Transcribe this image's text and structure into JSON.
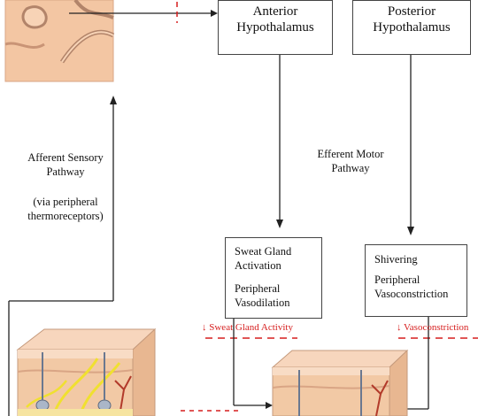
{
  "boxes": {
    "anterior": {
      "line1": "Anterior",
      "line2": "Hypothalamus"
    },
    "posterior": {
      "line1": "Posterior",
      "line2": "Hypothalamus"
    },
    "sweat": {
      "line1": "Sweat Gland",
      "line2": "Activation",
      "line3": "Peripheral",
      "line4": "Vasodilation"
    },
    "shiver": {
      "line1": "Shivering",
      "line2": "Peripheral",
      "line3": "Vasoconstriction"
    }
  },
  "afferent": {
    "line1": "Afferent Sensory",
    "line2": "Pathway",
    "line3": "(via peripheral",
    "line4": "thermoreceptors)"
  },
  "efferent": {
    "line1": "Efferent Motor",
    "line2": "Pathway"
  },
  "red_labels": {
    "sweat_gland_activity": "↓ Sweat Gland Activity",
    "vasoconstriction": "↓ Vasoconstriction"
  },
  "colors": {
    "red": "#d61f1f",
    "skin": "#f2c9a5",
    "nerve": "#f0e030"
  }
}
